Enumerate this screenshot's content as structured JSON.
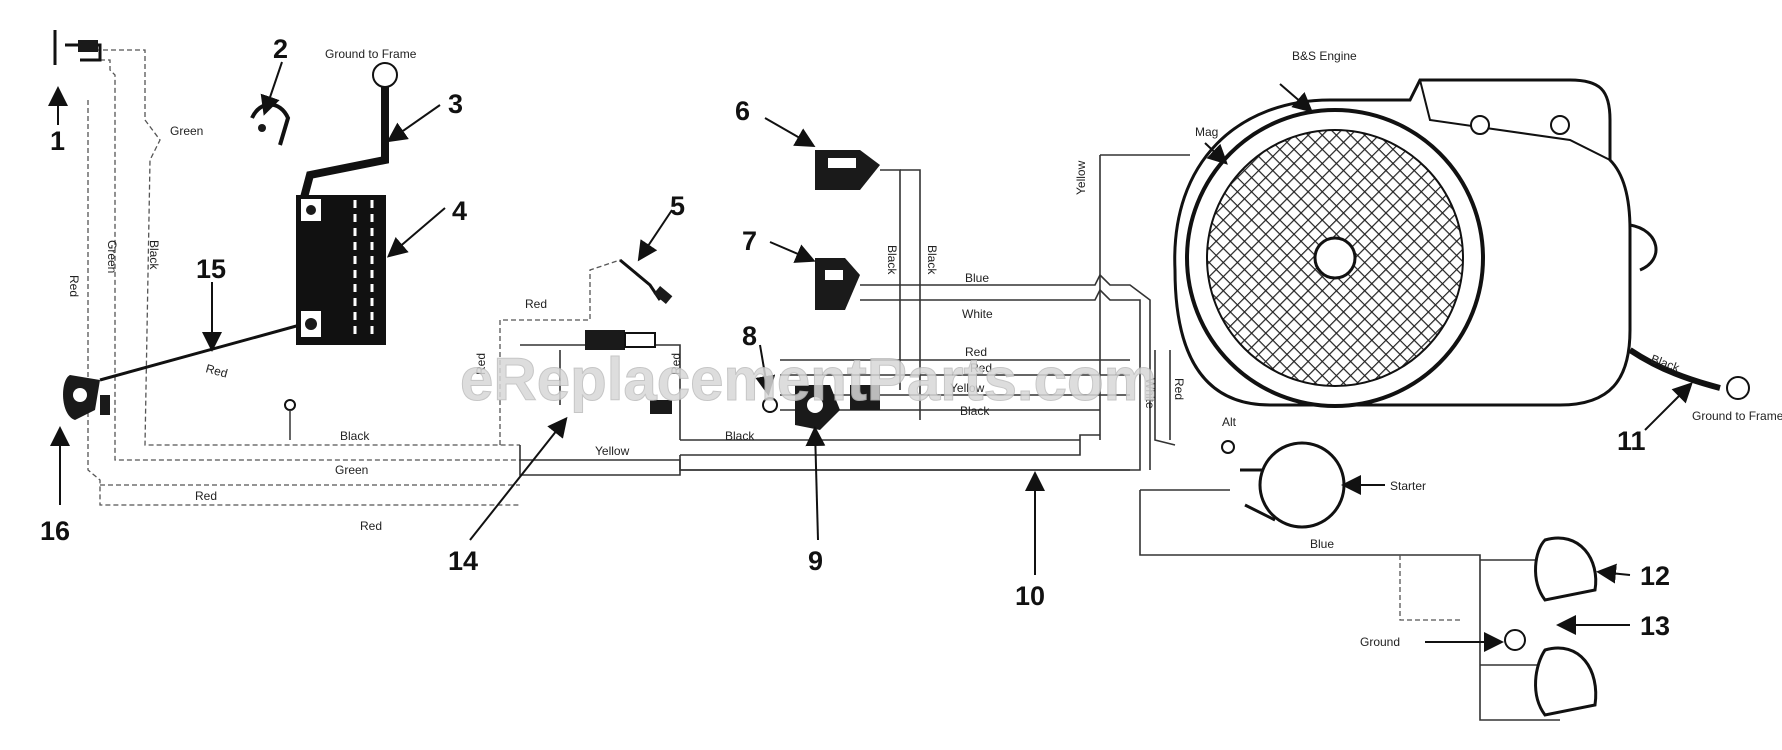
{
  "diagram": {
    "callouts": [
      "1",
      "2",
      "3",
      "4",
      "5",
      "6",
      "7",
      "8",
      "9",
      "10",
      "11",
      "12",
      "13",
      "14",
      "15",
      "16"
    ],
    "labels": {
      "ground_to_frame_top": "Ground to Frame",
      "engine": "B&S Engine",
      "mag": "Mag",
      "ground_to_frame_right": "Ground to Frame",
      "starter": "Starter",
      "alt": "Alt",
      "ground_bottom": "Ground"
    },
    "wires": {
      "green_top": "Green",
      "red_left": "Red",
      "green_left": "Green",
      "black_left": "Black",
      "red_battery": "Red",
      "red_mid": "Red",
      "black_bottom": "Black",
      "green_bottom": "Green",
      "red_bottom1": "Red",
      "red_bottom2": "Red",
      "yellow_mid": "Yellow",
      "black_mid": "Black",
      "black_vert1": "Black",
      "black_vert2": "Black",
      "blue_upper": "Blue",
      "white_upper": "White",
      "red_harness1": "Red",
      "red_harness2": "Red",
      "yellow_harness": "Yellow",
      "black_harness": "Black",
      "yellow_vert": "Yellow",
      "white_vert": "White",
      "red_vert": "Red",
      "black_engine": "Black",
      "blue_bottom": "Blue",
      "red_small_left": "Red",
      "red_small_right": "Red"
    },
    "watermark": "eReplacementParts.com"
  }
}
